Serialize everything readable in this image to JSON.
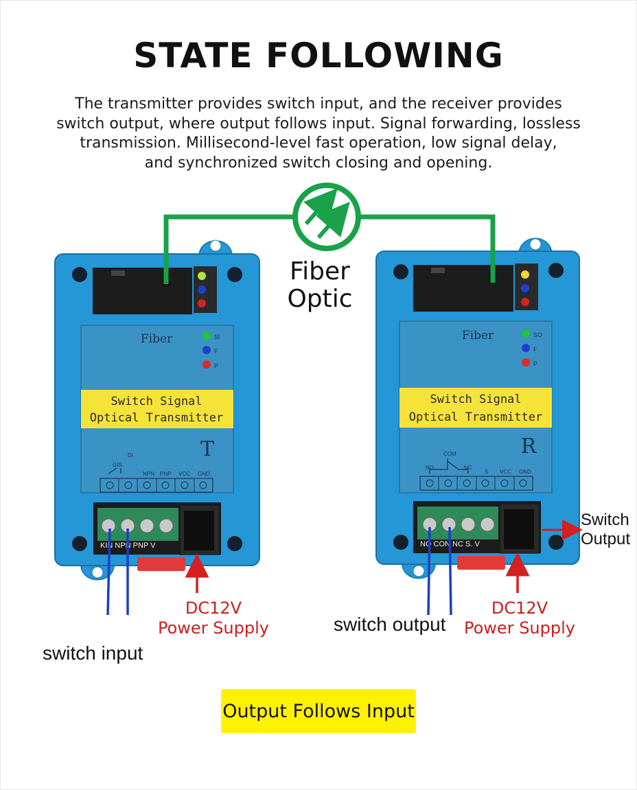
{
  "title": "STATE FOLLOWING",
  "intro_lines": [
    "The transmitter provides switch input, and the receiver provides",
    "switch output, where output follows input. Signal forwarding, lossless",
    "transmission. Millisecond-level fast operation, low signal delay,",
    "and synchronized switch closing and opening."
  ],
  "fiber_label": [
    "Fiber",
    "Optic"
  ],
  "transmitter": {
    "fiber_text": "Fiber",
    "label_line1": "Switch Signal",
    "label_line2": "Optical Transmitter",
    "letter": "T",
    "terminal_labels": [
      "DI",
      "GIS",
      "NPN",
      "PNP",
      "VCC",
      "GND"
    ],
    "block_labels": "KIN   NPN PNP V",
    "led_labels": [
      "Sl",
      "F",
      "P"
    ],
    "input_label": "switch input",
    "power_label": [
      "DC12V",
      "Power Supply"
    ]
  },
  "receiver": {
    "fiber_text": "Fiber",
    "label_line1": "Switch Signal",
    "label_line2": "Optical Transmitter",
    "letter": "R",
    "terminal_labels": [
      "COM",
      "NO",
      "NC",
      "S",
      "VCC",
      "GND"
    ],
    "block_labels": "NO CON NC  S. V",
    "led_labels": [
      "SO",
      "F",
      "P"
    ],
    "output_label": "switch output",
    "power_label": [
      "DC12V",
      "Power Supply"
    ],
    "switch_output_label": [
      "Switch",
      "Output"
    ]
  },
  "footer": "Output Follows Input",
  "colors": {
    "fiber_line": "#1aa14a",
    "housing": "#2596d6",
    "label_band": "#f6e33a",
    "wire": "#1a3ec8",
    "power_arrow": "#d32020",
    "footer_bg": "#fff200"
  }
}
